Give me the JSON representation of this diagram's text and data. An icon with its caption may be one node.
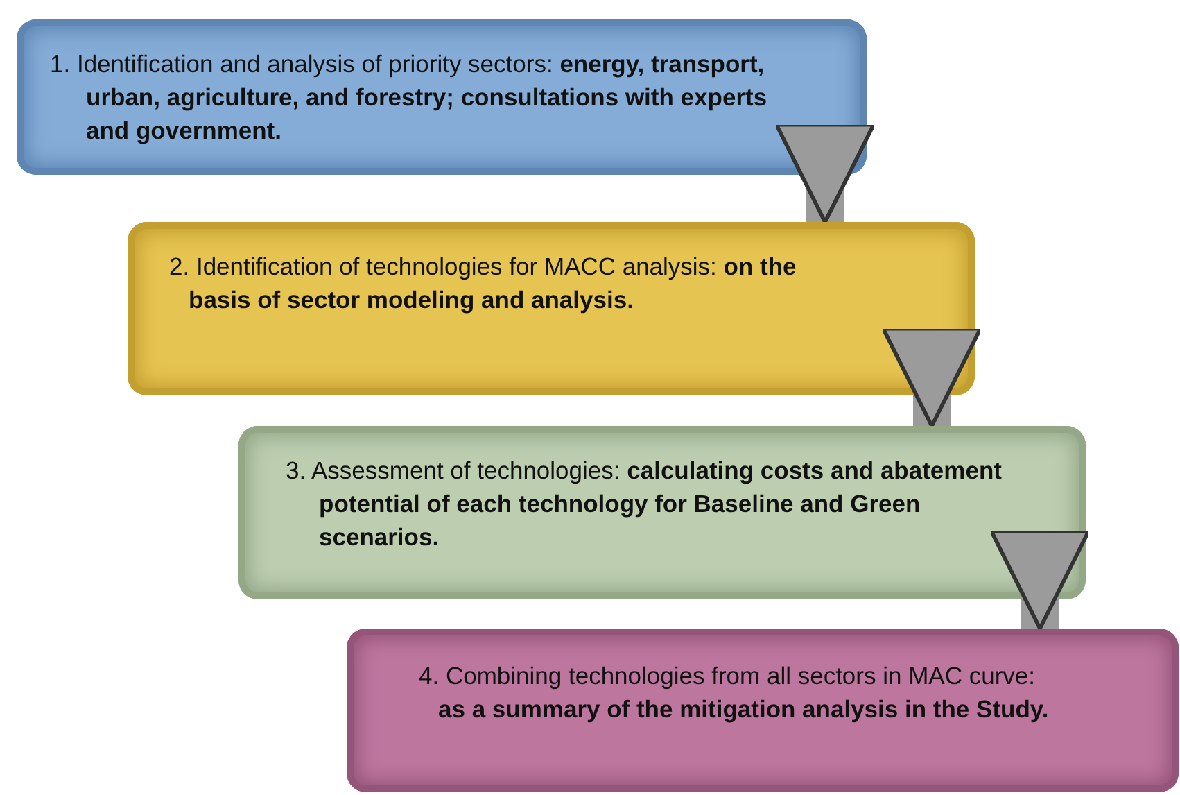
{
  "diagram": {
    "nodes": [
      {
        "text": [
          "1. Identification and analysis of priority sectors: **energy, transport, urban, agriculture, and forestry; consultations with experts and government.**"
        ]
      },
      {
        "text": [
          "2. Identification of technologies for MACC analysis: **on the basis of sector modeling and analysis.**"
        ]
      },
      {
        "text": [
          "3. Assessment of technologies: **calculating costs and abatement potential of each technology for Baseline and Green scenarios.**"
        ]
      },
      {
        "text": [
          "4. Combining technologies from all sectors in MAC curve: **as a summary of the mitigation analysis in the Study.**"
        ]
      }
    ],
    "edges": [
      {
        "from": 0,
        "to": 1,
        "arrow": "to"
      },
      {
        "from": 1,
        "to": 2,
        "arrow": "to"
      },
      {
        "from": 2,
        "to": 3,
        "arrow": "to"
      }
    ]
  }
}
